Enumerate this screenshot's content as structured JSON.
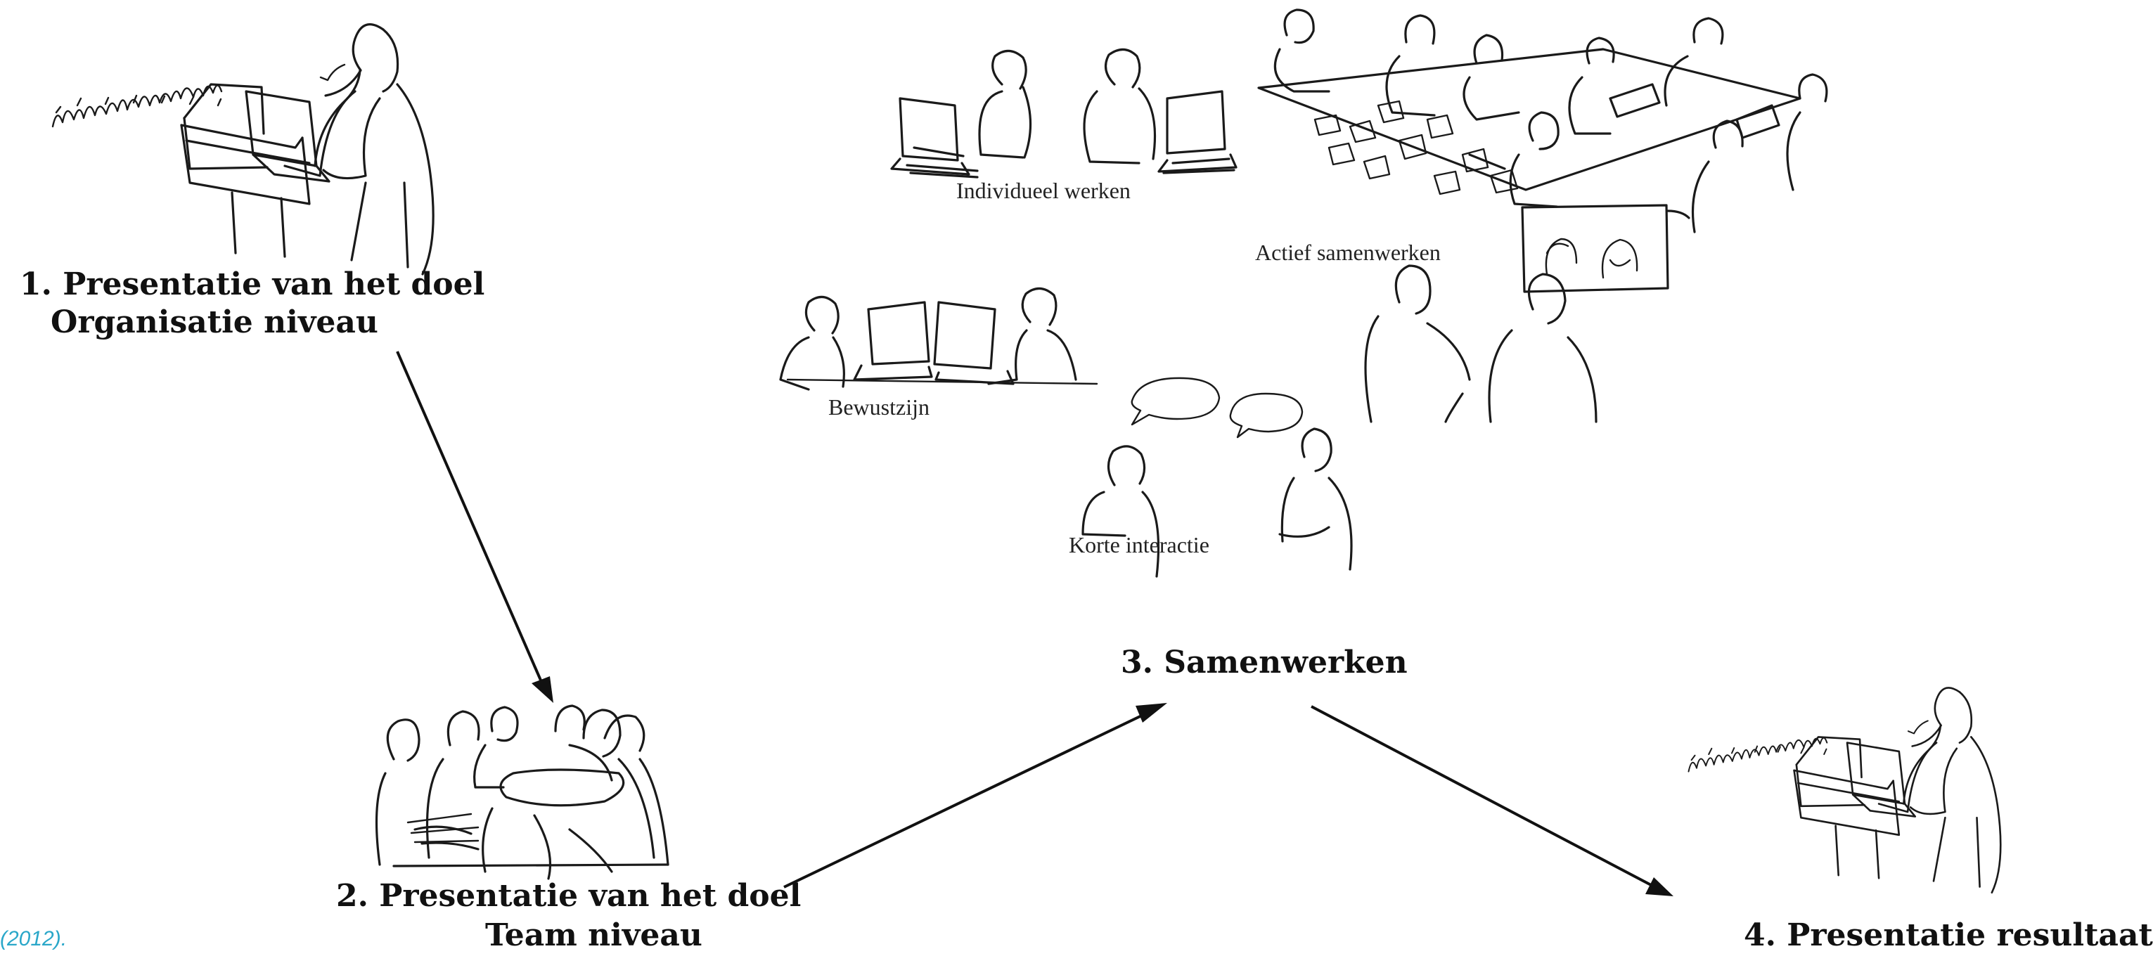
{
  "stages": {
    "s1_line1": "1. Presentatie van het doel",
    "s1_line2": "Organisatie niveau",
    "s2_line1": "2. Presentatie van het doel",
    "s2_line2": "Team niveau",
    "s3": "3. Samenwerken",
    "s4": "4. Presentatie resultaat"
  },
  "modes": {
    "individueel": "Individueel werken",
    "actief": "Actief samenwerken",
    "bewustzijn": "Bewustzijn",
    "korte": "Korte interactie"
  },
  "citation": "(2012)."
}
